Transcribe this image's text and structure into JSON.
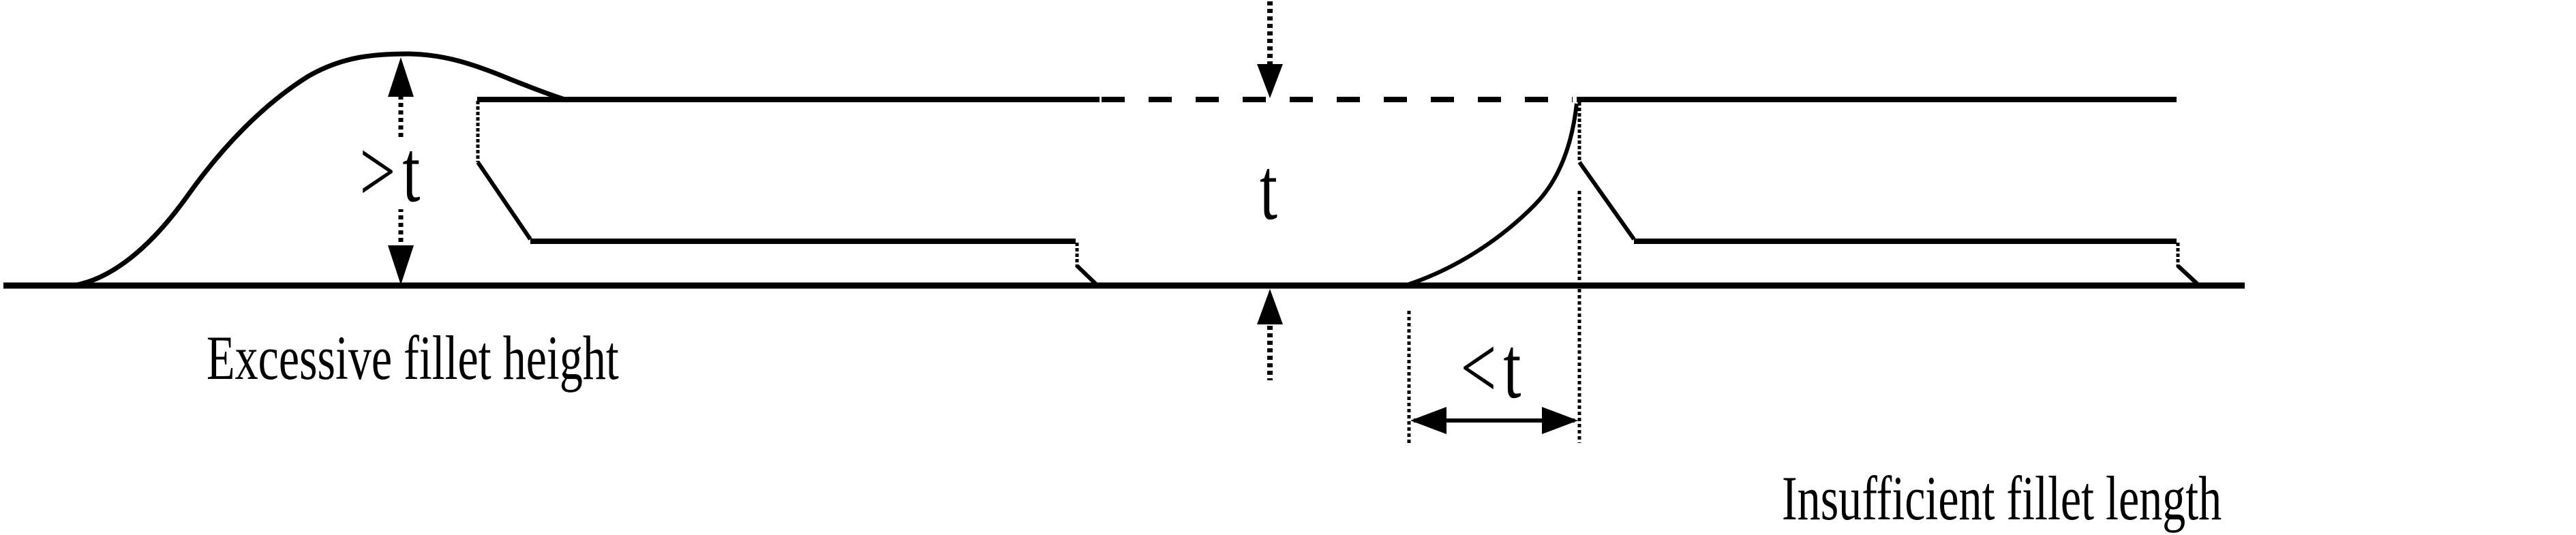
{
  "diagram": {
    "colors": {
      "ink": "#000000",
      "background": "#ffffff"
    },
    "left_figure": {
      "caption": "Excessive fillet height",
      "dimension_label": ">t"
    },
    "center_dimension": {
      "label": "t"
    },
    "right_figure": {
      "caption": "Insufficient fillet length",
      "dimension_label": "<t"
    }
  }
}
